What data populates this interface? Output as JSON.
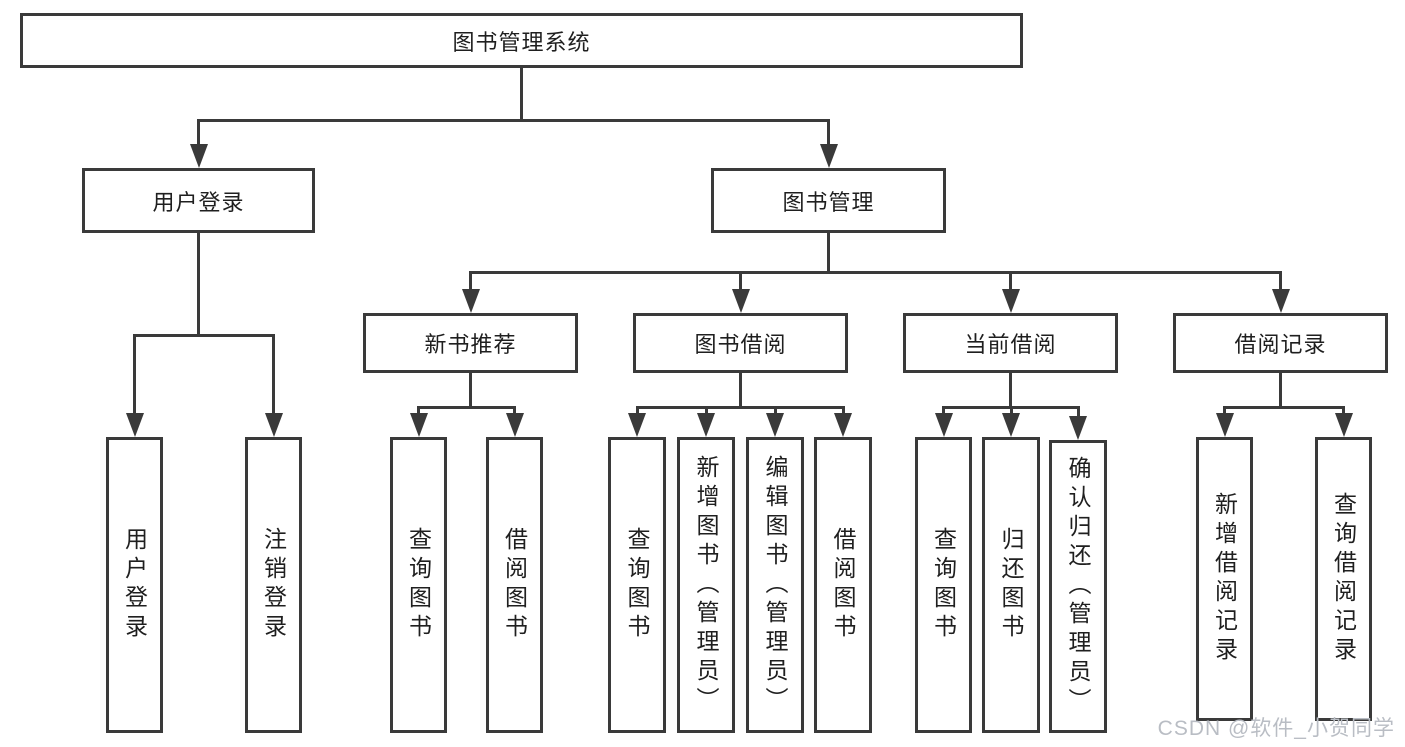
{
  "diagram": {
    "title": "图书管理系统",
    "type": "tree",
    "line_color": "#3a3a3a",
    "text_color": "#1f1f1f",
    "background_color": "#ffffff",
    "nodes": [
      {
        "id": "root",
        "label": "图书管理系统",
        "parent": null,
        "vertical": false
      },
      {
        "id": "user-login-group",
        "label": "用户登录",
        "parent": "root",
        "vertical": false
      },
      {
        "id": "book-management",
        "label": "图书管理",
        "parent": "root",
        "vertical": false
      },
      {
        "id": "new-book-recommend",
        "label": "新书推荐",
        "parent": "book-management",
        "vertical": false
      },
      {
        "id": "book-borrowing",
        "label": "图书借阅",
        "parent": "book-management",
        "vertical": false
      },
      {
        "id": "current-borrowing",
        "label": "当前借阅",
        "parent": "book-management",
        "vertical": false
      },
      {
        "id": "borrowing-records",
        "label": "借阅记录",
        "parent": "book-management",
        "vertical": false
      },
      {
        "id": "user-login",
        "label": "用户登录",
        "parent": "user-login-group",
        "vertical": true
      },
      {
        "id": "logout",
        "label": "注销登录",
        "parent": "user-login-group",
        "vertical": true
      },
      {
        "id": "nbr-query-books",
        "label": "查询图书",
        "parent": "new-book-recommend",
        "vertical": true
      },
      {
        "id": "nbr-borrow-books",
        "label": "借阅图书",
        "parent": "new-book-recommend",
        "vertical": true
      },
      {
        "id": "bb-query-books",
        "label": "查询图书",
        "parent": "book-borrowing",
        "vertical": true
      },
      {
        "id": "bb-add-books-admin",
        "label": "新增图书（管理员）",
        "parent": "book-borrowing",
        "vertical": true
      },
      {
        "id": "bb-edit-books-admin",
        "label": "编辑图书（管理员）",
        "parent": "book-borrowing",
        "vertical": true
      },
      {
        "id": "bb-borrow-books",
        "label": "借阅图书",
        "parent": "book-borrowing",
        "vertical": true
      },
      {
        "id": "cb-query-books",
        "label": "查询图书",
        "parent": "current-borrowing",
        "vertical": true
      },
      {
        "id": "cb-return-books",
        "label": "归还图书",
        "parent": "current-borrowing",
        "vertical": true
      },
      {
        "id": "cb-confirm-return-admin",
        "label": "确认归还（管理员）",
        "parent": "current-borrowing",
        "vertical": true
      },
      {
        "id": "br-add-record",
        "label": "新增借阅记录",
        "parent": "borrowing-records",
        "vertical": true
      },
      {
        "id": "br-query-record",
        "label": "查询借阅记录",
        "parent": "borrowing-records",
        "vertical": true
      }
    ]
  },
  "watermark": {
    "text": "CSDN @软件_小贺同学",
    "color": "#b9bdc4"
  }
}
